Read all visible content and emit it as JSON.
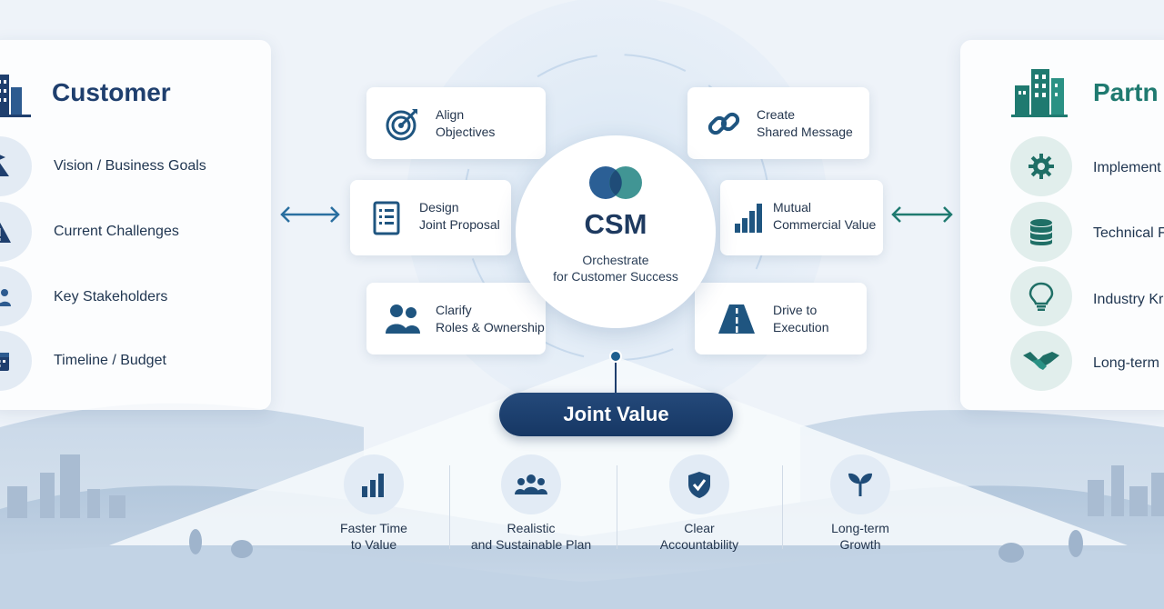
{
  "customer": {
    "title": "Customer",
    "items": [
      {
        "label": "Vision / Business Goals",
        "icon": "mountain-flag-icon"
      },
      {
        "label": "Current Challenges",
        "icon": "warning-icon"
      },
      {
        "label": "Key Stakeholders",
        "icon": "people-icon"
      },
      {
        "label": "Timeline / Budget",
        "icon": "calendar-icon"
      }
    ]
  },
  "partner": {
    "title": "Partn",
    "items": [
      {
        "label": "Implement",
        "icon": "gear-icon"
      },
      {
        "label": "Technical F",
        "icon": "database-icon"
      },
      {
        "label": "Industry Kr",
        "icon": "lightbulb-icon"
      },
      {
        "label": "Long-term",
        "icon": "handshake-icon"
      }
    ]
  },
  "hub": {
    "title": "CSM",
    "line1": "Orchestrate",
    "line2": "for Customer Success",
    "icon": "linked-circles-icon"
  },
  "activities": [
    {
      "line1": "Align",
      "line2": "Objectives",
      "icon": "target-icon"
    },
    {
      "line1": "Design",
      "line2": "Joint Proposal",
      "icon": "document-icon"
    },
    {
      "line1": "Clarify",
      "line2": "Roles & Ownership",
      "icon": "team-icon"
    },
    {
      "line1": "Create",
      "line2": "Shared Message",
      "icon": "link-icon"
    },
    {
      "line1": "Mutual",
      "line2": "Commercial Value",
      "icon": "bar-chart-icon"
    },
    {
      "line1": "Drive to",
      "line2": "Execution",
      "icon": "road-icon"
    }
  ],
  "joint_value": {
    "label": "Joint Value"
  },
  "benefits": [
    {
      "line1": "Faster Time",
      "line2": "to Value",
      "icon": "bar-chart-icon"
    },
    {
      "line1": "Realistic",
      "line2": "and Sustainable Plan",
      "icon": "group-icon"
    },
    {
      "line1": "Clear",
      "line2": "Accountability",
      "icon": "shield-check-icon"
    },
    {
      "line1": "Long-term",
      "line2": "Growth",
      "icon": "sprout-icon"
    }
  ],
  "colors": {
    "customer_accent": "#1f3f6e",
    "partner_accent": "#1f7a70",
    "joint_value_pill": "#1c4170"
  }
}
